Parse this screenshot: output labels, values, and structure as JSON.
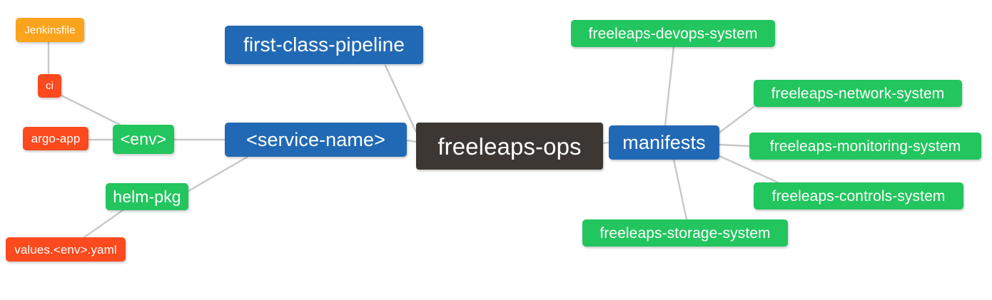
{
  "diagram": {
    "type": "mindmap",
    "root": {
      "id": "root",
      "label": "freeleaps-ops",
      "color": "#3c3733"
    },
    "colors": {
      "root": "#3c3733",
      "blue": "#2169b4",
      "green": "#22c55e",
      "orange": "#f9a41c",
      "red": "#fa4a1e",
      "edge": "#c8c8c8",
      "background": "#ffffff"
    },
    "nodes": [
      {
        "id": "first-class-pipeline",
        "label": "first-class-pipeline",
        "color": "blue"
      },
      {
        "id": "service-name",
        "label": "<service-name>",
        "color": "blue"
      },
      {
        "id": "manifests",
        "label": "manifests",
        "color": "blue"
      },
      {
        "id": "env",
        "label": "<env>",
        "color": "green"
      },
      {
        "id": "helm-pkg",
        "label": "helm-pkg",
        "color": "green"
      },
      {
        "id": "jenkinsfile",
        "label": "Jenkinsfile",
        "color": "orange"
      },
      {
        "id": "ci",
        "label": "ci",
        "color": "red"
      },
      {
        "id": "argo-app",
        "label": "argo-app",
        "color": "red"
      },
      {
        "id": "values-yaml",
        "label": "values.<env>.yaml",
        "color": "red"
      },
      {
        "id": "devops-system",
        "label": "freeleaps-devops-system",
        "color": "green"
      },
      {
        "id": "network-system",
        "label": "freeleaps-network-system",
        "color": "green"
      },
      {
        "id": "monitoring-system",
        "label": "freeleaps-monitoring-system",
        "color": "green"
      },
      {
        "id": "controls-system",
        "label": "freeleaps-controls-system",
        "color": "green"
      },
      {
        "id": "storage-system",
        "label": "freeleaps-storage-system",
        "color": "green"
      }
    ],
    "edges": [
      {
        "from": "root",
        "to": "first-class-pipeline"
      },
      {
        "from": "root",
        "to": "service-name"
      },
      {
        "from": "root",
        "to": "manifests"
      },
      {
        "from": "service-name",
        "to": "env"
      },
      {
        "from": "service-name",
        "to": "helm-pkg"
      },
      {
        "from": "env",
        "to": "ci"
      },
      {
        "from": "env",
        "to": "argo-app"
      },
      {
        "from": "ci",
        "to": "jenkinsfile"
      },
      {
        "from": "helm-pkg",
        "to": "values-yaml"
      },
      {
        "from": "manifests",
        "to": "devops-system"
      },
      {
        "from": "manifests",
        "to": "network-system"
      },
      {
        "from": "manifests",
        "to": "monitoring-system"
      },
      {
        "from": "manifests",
        "to": "controls-system"
      },
      {
        "from": "manifests",
        "to": "storage-system"
      }
    ]
  }
}
